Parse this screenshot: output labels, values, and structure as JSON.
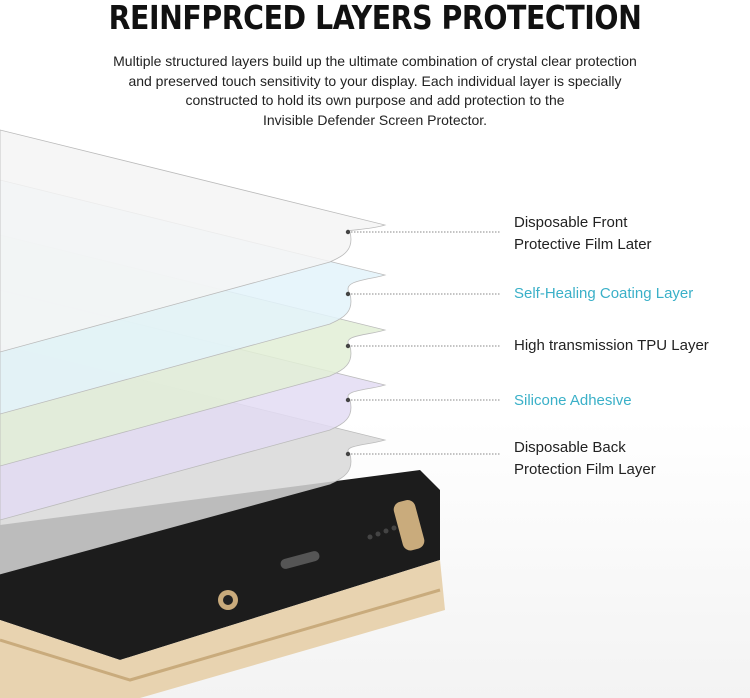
{
  "title": "REINFPRCED LAYERS PROTECTION",
  "description": [
    "Multiple structured layers build up the ultimate combination of crystal clear protection",
    "and preserved touch sensitivity to your display. Each individual layer is specially",
    "constructed to hold its own purpose and add protection to the",
    "Invisible Defender Screen Protector."
  ],
  "layers": [
    {
      "lines": [
        "Disposable Front",
        "Protective Film Later"
      ],
      "color": "#222222",
      "fill": "#f4f4f4"
    },
    {
      "lines": [
        "Self-Healing Coating Layer"
      ],
      "color": "#3ab0c8",
      "fill": "#e3f3fa"
    },
    {
      "lines": [
        "High transmission TPU Layer"
      ],
      "color": "#222222",
      "fill": "#e2efd6"
    },
    {
      "lines": [
        "Silicone Adhesive"
      ],
      "color": "#3ab0c8",
      "fill": "#e3dcf3"
    },
    {
      "lines": [
        "Disposable Back",
        "Protection Film Layer"
      ],
      "color": "#222222",
      "fill": "#d8d8d8"
    }
  ]
}
